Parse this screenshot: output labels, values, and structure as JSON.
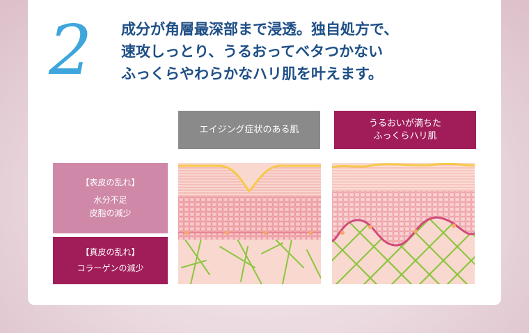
{
  "step_number": "2",
  "headline": {
    "line1": "成分が角層最深部まで浸透。独自処方で、",
    "line2": "速攻しっとり、うるおってベタつかない",
    "line3": "ふっくらやわらかなハリ肌を叶えます。"
  },
  "columns": {
    "aging": {
      "label": "エイジング症状のある肌"
    },
    "moist": {
      "line1": "うるおいが満ちた",
      "line2": "ふっくらハリ肌"
    }
  },
  "side_labels": {
    "epidermis": {
      "title": "【表皮の乱れ】",
      "line1": "水分不足",
      "line2": "皮脂の減少"
    },
    "dermis": {
      "title": "【真皮の乱れ】",
      "line1": "コラーゲンの減少"
    }
  },
  "colors": {
    "headline": "#1e4f86",
    "step_number": "#3ea6dc",
    "aging_header": "#8a8a8a",
    "moist_header": "#a01d5a",
    "epidermis_box": "#cf88a8",
    "dermis_box": "#a01d5a",
    "collagen": "#7fc63c",
    "skin_base": "#f7d3cd"
  }
}
